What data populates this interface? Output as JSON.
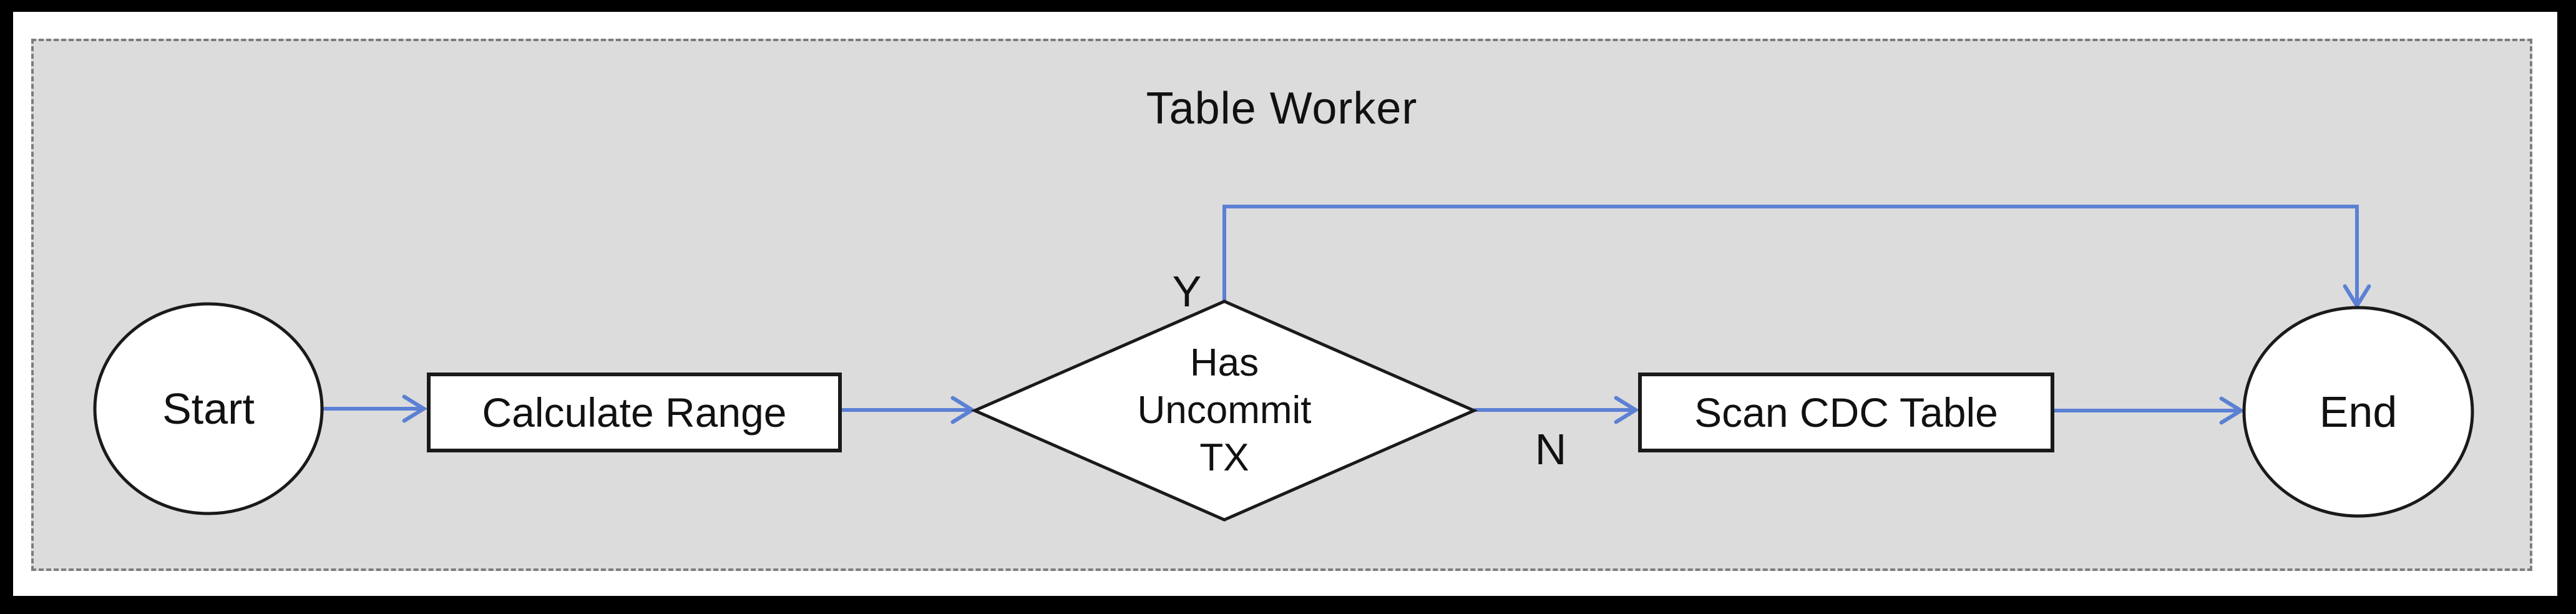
{
  "diagram": {
    "title": "Table Worker",
    "type": "flowchart",
    "colors": {
      "outer_frame": "#000000",
      "margin": "#ffffff",
      "dashed_border": "#7c7c7c",
      "canvas_background": "#dcdcdc",
      "arrow": "#5b80d4",
      "shape_fill": "#ffffff",
      "shape_stroke": "#1a1a1a",
      "text": "#111111"
    }
  },
  "nodes": {
    "start": {
      "label": "Start",
      "shape": "circle"
    },
    "calculate_range": {
      "label": "Calculate Range",
      "shape": "rect"
    },
    "has_uncommit_tx": {
      "label": "Has\nUncommit\nTX",
      "shape": "diamond"
    },
    "scan_cdc_table": {
      "label": "Scan CDC Table",
      "shape": "rect"
    },
    "end": {
      "label": "End",
      "shape": "circle"
    }
  },
  "edges": {
    "start_to_calculate_range": {
      "from": "start",
      "to": "calculate_range",
      "label": ""
    },
    "calculate_range_to_decision": {
      "from": "calculate_range",
      "to": "has_uncommit_tx",
      "label": ""
    },
    "decision_yes_to_end": {
      "from": "has_uncommit_tx",
      "to": "end",
      "label": "Y"
    },
    "decision_no_to_scan": {
      "from": "has_uncommit_tx",
      "to": "scan_cdc_table",
      "label": "N"
    },
    "scan_to_end": {
      "from": "scan_cdc_table",
      "to": "end",
      "label": ""
    }
  }
}
